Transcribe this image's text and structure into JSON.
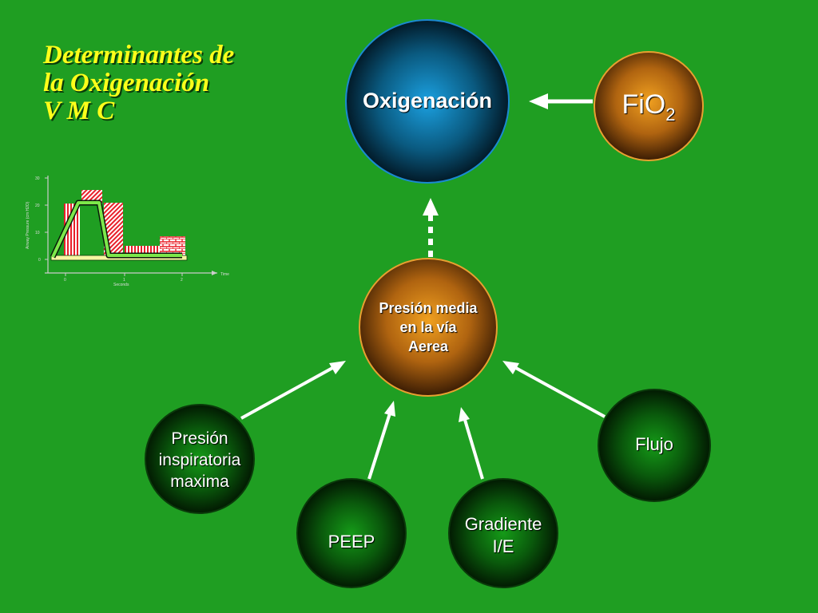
{
  "title": {
    "line1": "Determinantes de",
    "line2": "la Oxigenación",
    "line3": "V M C"
  },
  "nodes": {
    "oxigenacion": "Oxigenación",
    "fio2_main": "FiO",
    "fio2_sub": "2",
    "presion_media_1": "Presión media",
    "presion_media_2": "en la vía",
    "presion_media_3": "Aerea",
    "presion_insp_1": "Presión",
    "presion_insp_2": "inspiratoria",
    "presion_insp_3": "maxima",
    "peep": "PEEP",
    "gradiente_1": "Gradiente",
    "gradiente_2": "I/E",
    "flujo": "Flujo"
  },
  "colors": {
    "background": "#1f9e22",
    "title": "#ffff1a",
    "arrow": "#ffffff"
  }
}
